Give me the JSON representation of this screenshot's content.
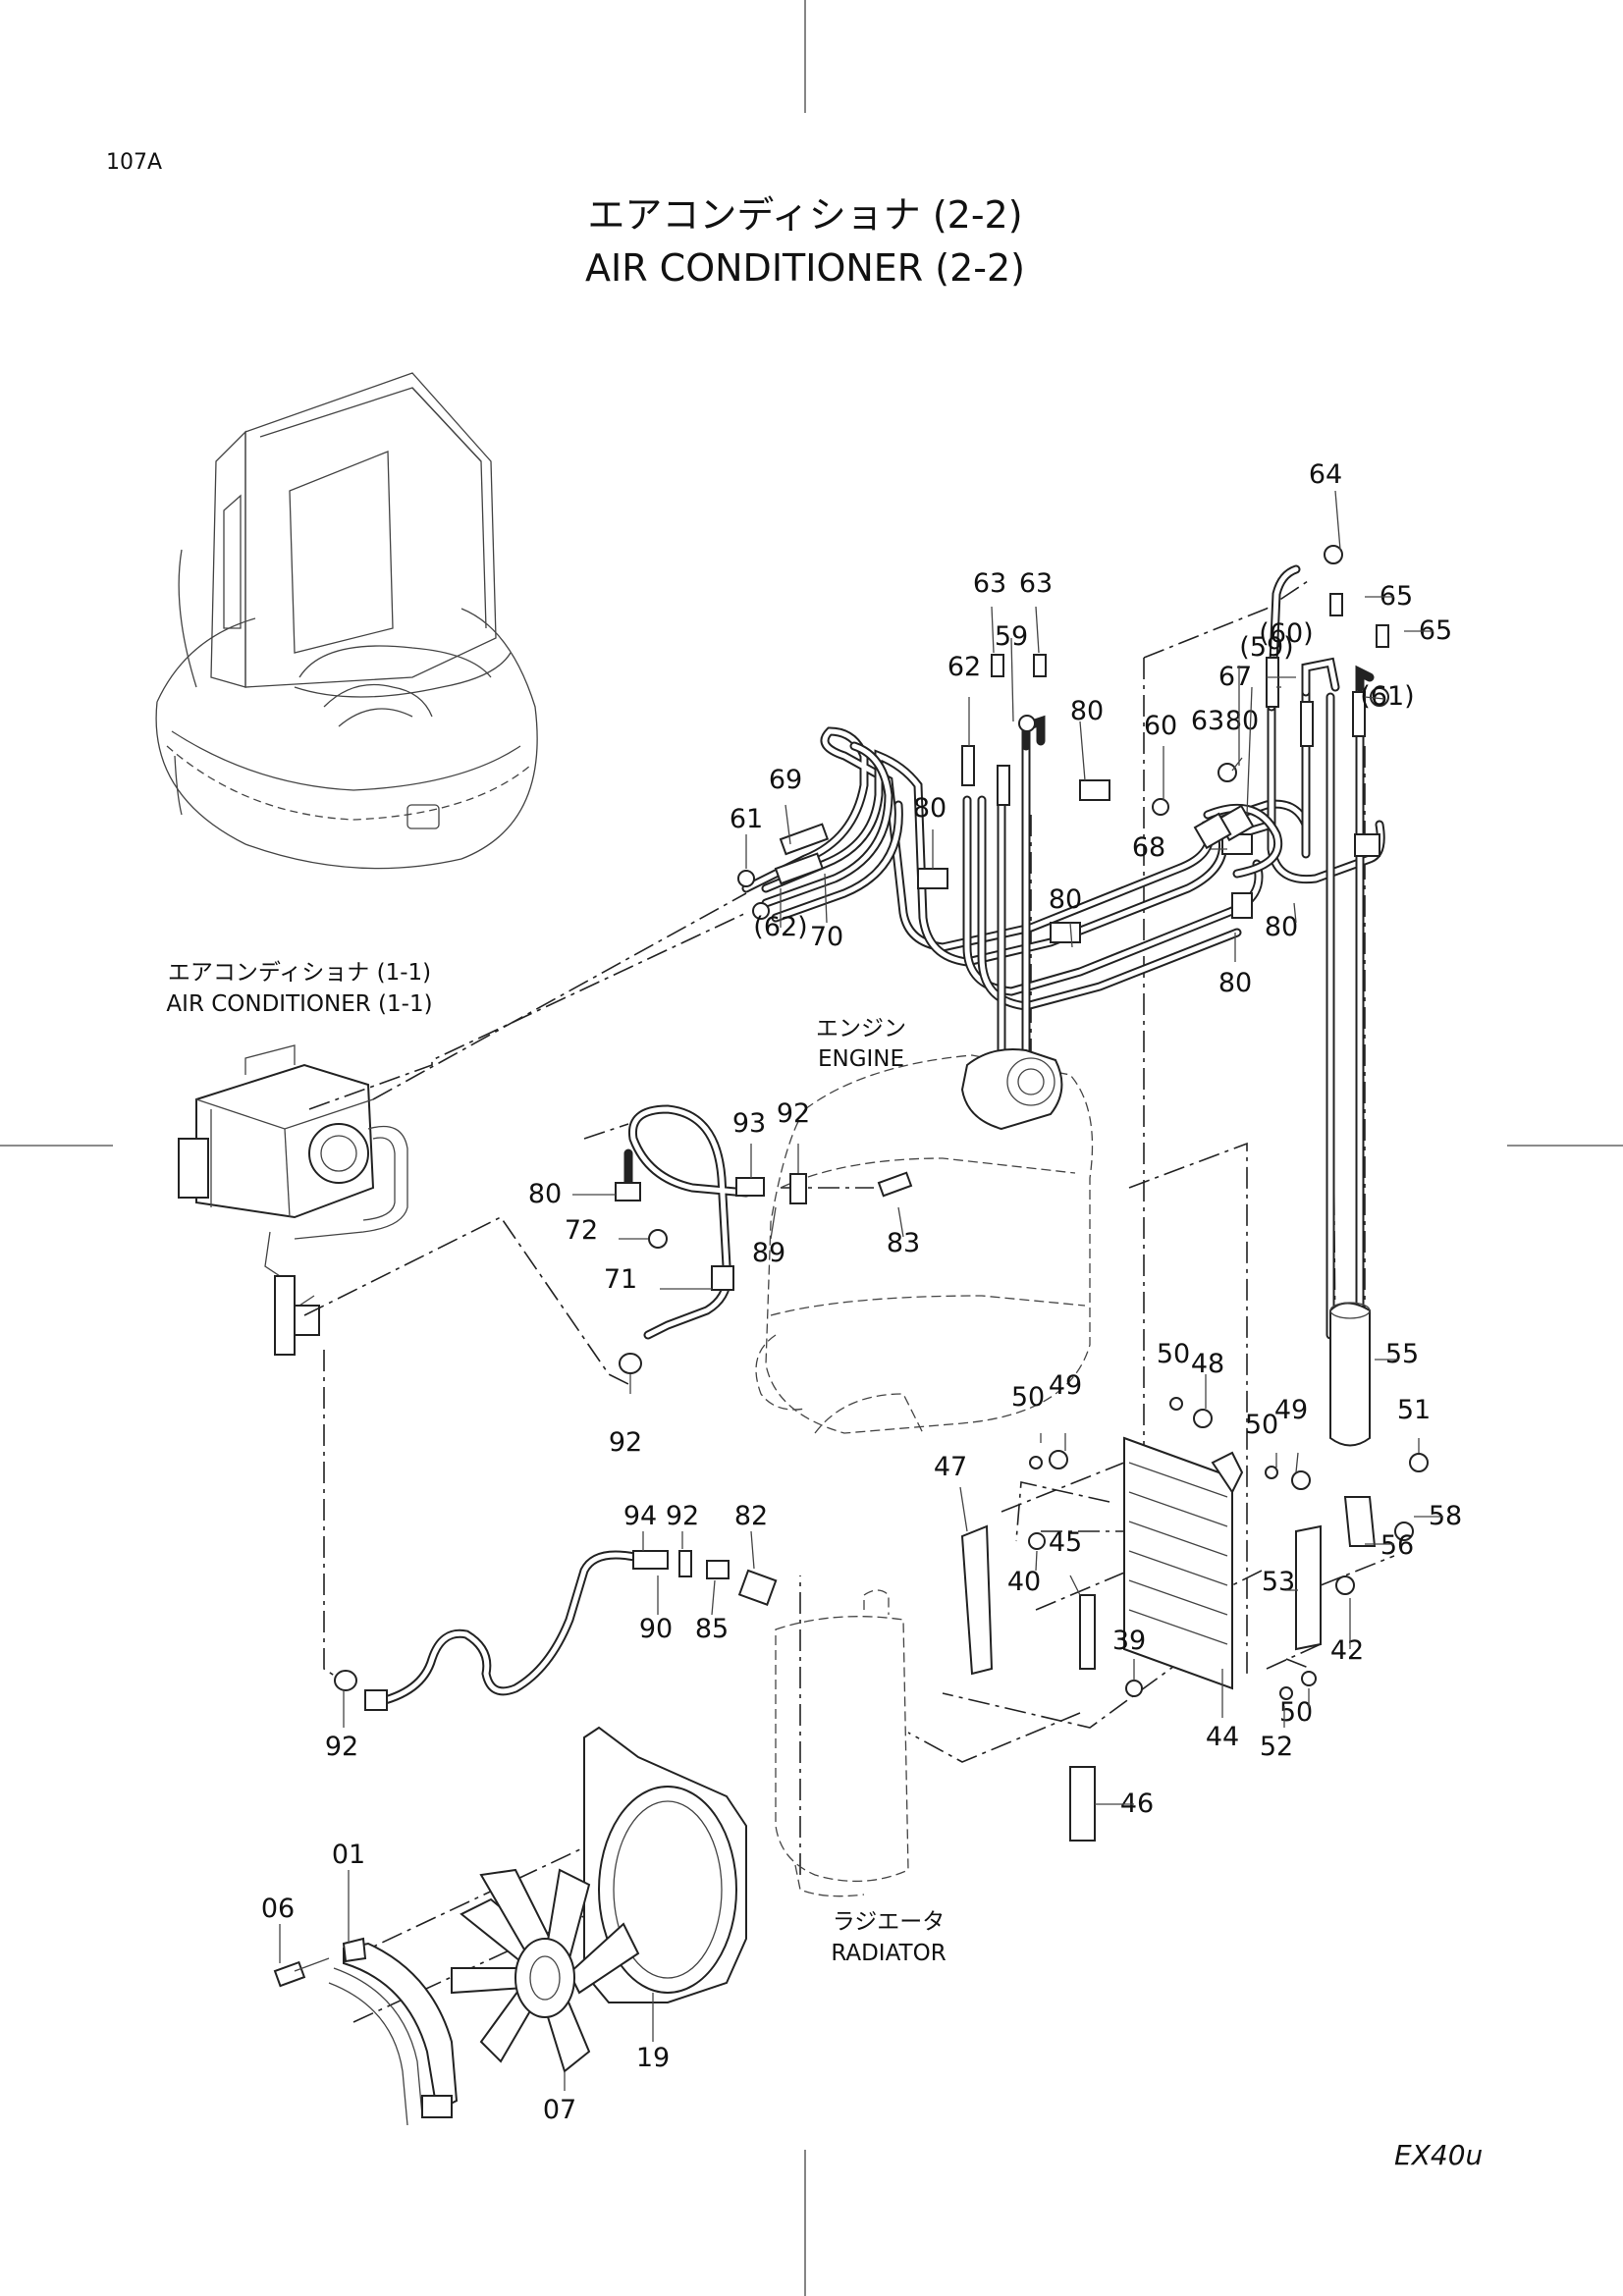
{
  "page": {
    "number": "107A",
    "model": "EX40u"
  },
  "title": {
    "jp": "エアコンディショナ (2-2)",
    "en": "AIR  CONDITIONER  (2-2)"
  },
  "refs": [
    {
      "id": "ac11",
      "jp": "エアコンディショナ (1-1)",
      "en": "AIR  CONDITIONER  (1-1)"
    },
    {
      "id": "engine",
      "jp": "エンジン",
      "en": "ENGINE"
    },
    {
      "id": "radiator",
      "jp": "ラジエータ",
      "en": "RADIATOR"
    }
  ],
  "callouts": [
    "64",
    "63",
    "63",
    "65",
    "65",
    "59",
    "(59)",
    "(60)",
    "62",
    "67",
    "(61)",
    "80",
    "60",
    "63",
    "80",
    "61",
    "69",
    "80",
    "68",
    "(62)",
    "70",
    "80",
    "80",
    "80",
    "93",
    "92",
    "80",
    "72",
    "89",
    "83",
    "71",
    "92",
    "48",
    "50",
    "50",
    "49",
    "55",
    "50",
    "49",
    "51",
    "94",
    "92",
    "82",
    "47",
    "58",
    "56",
    "40",
    "45",
    "53",
    "90",
    "85",
    "39",
    "42",
    "92",
    "44",
    "52",
    "50",
    "46",
    "01",
    "06",
    "19",
    "07"
  ]
}
